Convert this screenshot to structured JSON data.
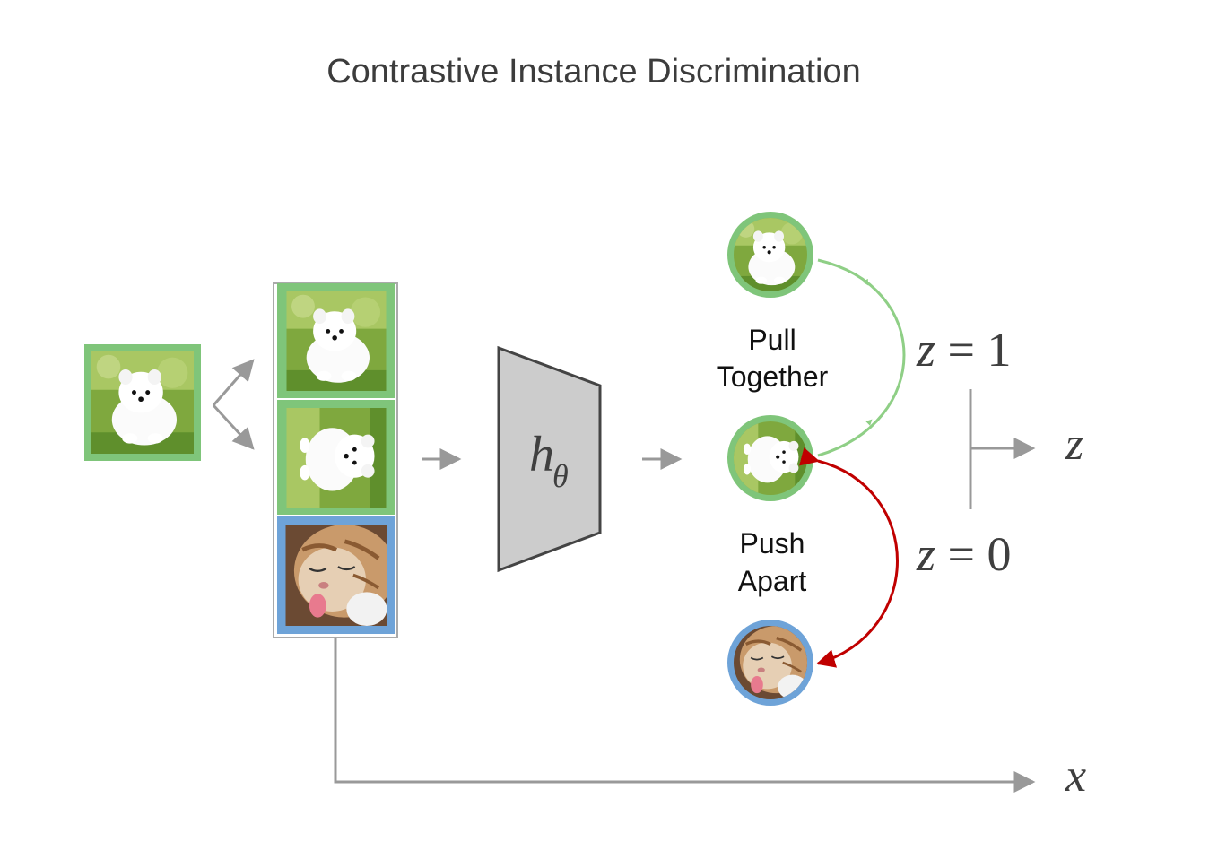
{
  "title": "Contrastive Instance Discrimination",
  "encoder": {
    "symbol": "h",
    "subscript": "θ"
  },
  "labels": {
    "pull": [
      "Pull",
      "Together"
    ],
    "push": [
      "Push",
      "Apart"
    ]
  },
  "math": {
    "z_equals_1": {
      "var": "z",
      "rest": " = 1"
    },
    "z_equals_0": {
      "var": "z",
      "rest": " = 0"
    },
    "z_axis": "z",
    "x_axis": "x"
  },
  "images": {
    "input": "dog",
    "views": [
      "dog",
      "dog-rotated",
      "cat"
    ],
    "embeddings": [
      "dog",
      "dog-rotated",
      "cat"
    ]
  },
  "colors": {
    "positive": "#7fc57a",
    "negative": "#6ea3d8",
    "pull_arrow": "#8fcf86",
    "push_arrow": "#c00000",
    "encoder_fill": "#cccccc",
    "arrow_gray": "#999999"
  }
}
